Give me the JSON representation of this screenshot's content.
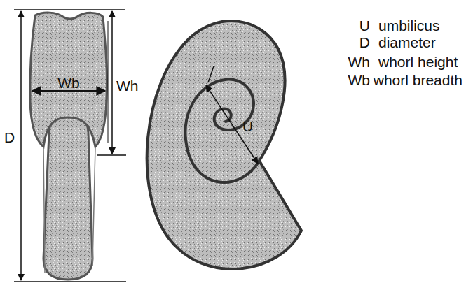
{
  "diagram": {
    "labels": [
      "D",
      "Wb",
      "Wh",
      "U",
      "U",
      "umbilicus",
      "D",
      "diameter",
      "Wh",
      "whorl height",
      "Wb",
      "whorl breadth"
    ]
  }
}
